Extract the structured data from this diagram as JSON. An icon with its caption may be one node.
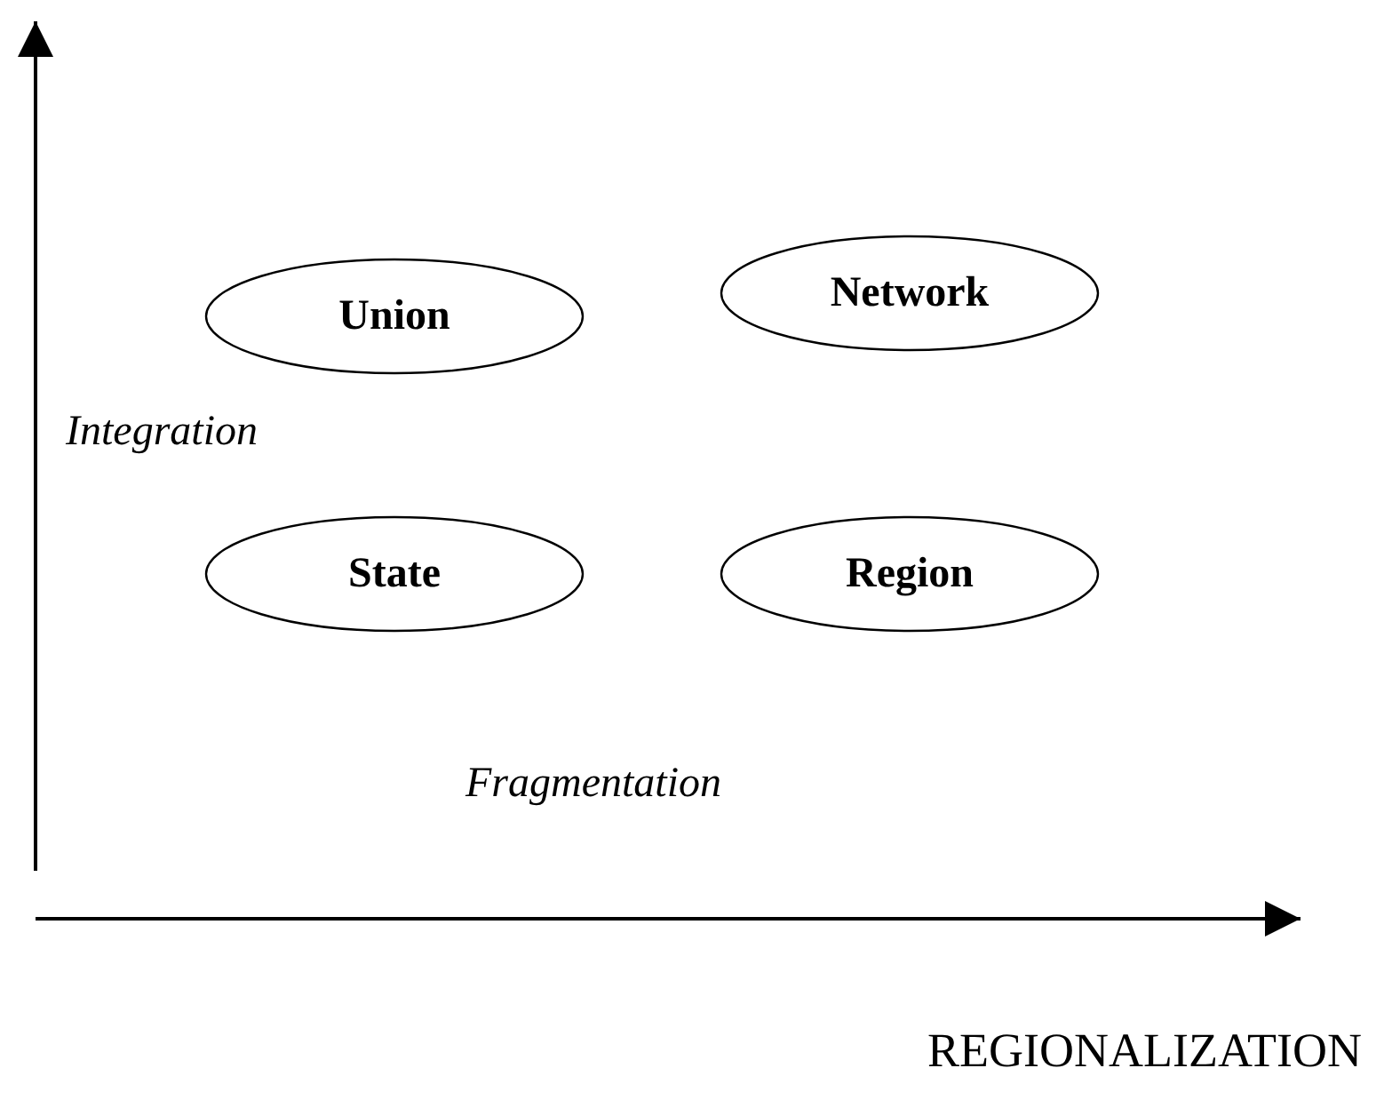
{
  "diagram": {
    "nodes": [
      {
        "text": [
          "Union"
        ]
      },
      {
        "text": [
          "Network"
        ]
      },
      {
        "text": [
          "State"
        ]
      },
      {
        "text": [
          "Region"
        ]
      }
    ],
    "labels": [
      "Integration",
      "Fragmentation",
      "REGIONALIZATION"
    ]
  }
}
